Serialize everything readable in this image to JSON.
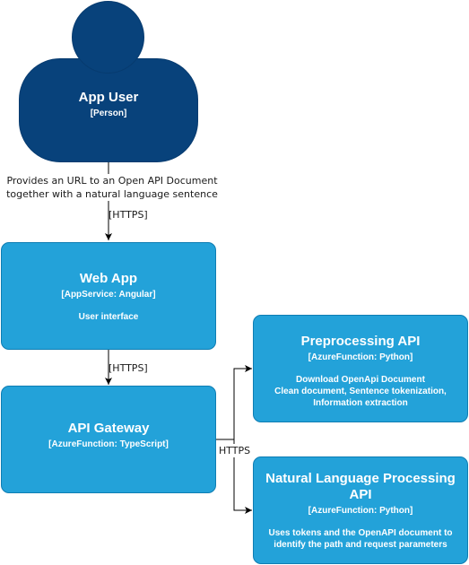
{
  "nodes": {
    "app_user": {
      "title": "App User",
      "tech": "[Person]"
    },
    "web_app": {
      "title": "Web App",
      "tech": "[AppService: Angular]",
      "desc": "User interface"
    },
    "api_gateway": {
      "title": "API Gateway",
      "tech": "[AzureFunction: TypeScript]"
    },
    "preprocessing_api": {
      "title": "Preprocessing API",
      "tech": "[AzureFunction: Python]",
      "desc_lines": [
        "Download OpenApi Document",
        "Clean document, Sentence tokenization,",
        "Information extraction"
      ]
    },
    "nlp_api": {
      "title_lines": [
        "Natural Language Processing",
        "API"
      ],
      "tech": "[AzureFunction: Python]",
      "desc_lines": [
        "Uses tokens and the OpenAPI document to",
        "identify the path and request parameters"
      ]
    }
  },
  "edges": {
    "user_to_webapp": {
      "description_lines": [
        "Provides an URL to an Open API  Document",
        "together with a natural language sentence"
      ],
      "protocol": "[HTTPS]"
    },
    "webapp_to_gateway": {
      "protocol": "[HTTPS]"
    },
    "gateway_to_apis": {
      "protocol": "HTTPS"
    }
  },
  "colors": {
    "person": "#08427b",
    "container": "#23a2d9",
    "line": "#000000"
  }
}
